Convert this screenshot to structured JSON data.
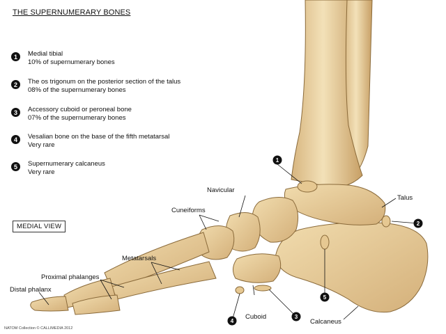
{
  "title": "THE SUPERNUMERARY BONES",
  "legend": [
    {
      "num": "1",
      "line1": "Medial tibial",
      "line2": "10% of supernumerary bones"
    },
    {
      "num": "2",
      "line1": "The os trigonum on the posterior section of the talus",
      "line2": "08% of the supernumerary bones"
    },
    {
      "num": "3",
      "line1": "Accessory cuboid or peroneal bone",
      "line2": "07% of the supernumerary bones"
    },
    {
      "num": "4",
      "line1": "Vesalian bone on the base of the fifth metatarsal",
      "line2": "Very rare"
    },
    {
      "num": "5",
      "line1": "Supernumerary calcaneus",
      "line2": "Very rare"
    }
  ],
  "view_label": "MEDIAL VIEW",
  "labels": {
    "navicular": "Navicular",
    "cuneiforms": "Cuneiforms",
    "metatarsals": "Metatarsals",
    "proximal_phalanges": "Proximal phalanges",
    "distal_phalanx": "Distal phalanx",
    "cuboid": "Cuboid",
    "calcaneus": "Calcaneus",
    "talus": "Talus"
  },
  "markers": [
    "1",
    "2",
    "3",
    "4",
    "5"
  ],
  "credit": "NATOM Collection © CALLIMEDIA 2012",
  "colors": {
    "bone": "#e3c48f",
    "bone_shadow": "#c9a46a",
    "marker": "#111111"
  }
}
